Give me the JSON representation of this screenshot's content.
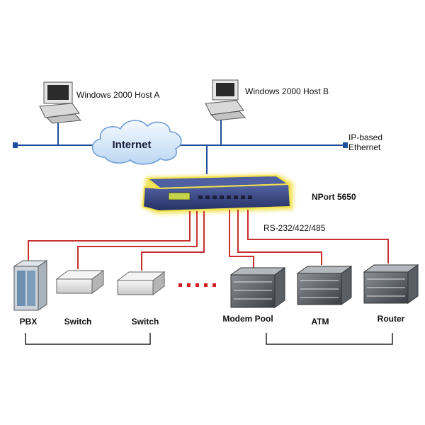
{
  "hosts": {
    "a": {
      "label": "Windows 2000 Host A"
    },
    "b": {
      "label": "Windows 2000 Host B"
    }
  },
  "network": {
    "cloud_label": "Internet",
    "ethernet_label_line1": "IP-based",
    "ethernet_label_line2": "Ethernet"
  },
  "server": {
    "model_label": "NPort 5650",
    "serial_label": "RS-232/422/485"
  },
  "devices": [
    {
      "label": "PBX"
    },
    {
      "label": "Switch"
    },
    {
      "label": "Switch"
    },
    {
      "label": "Modem Pool"
    },
    {
      "label": "ATM"
    },
    {
      "label": "Router"
    }
  ],
  "colors": {
    "ethernet_line": "#1f4f9c",
    "serial_line": "#c8302f",
    "device_server_glow": "#f2e24a",
    "device_server_body": "#3a4a8a",
    "cloud_fill": "#dcecf9",
    "cloud_stroke": "#6f9ed6",
    "dots": "#d01f1f"
  }
}
